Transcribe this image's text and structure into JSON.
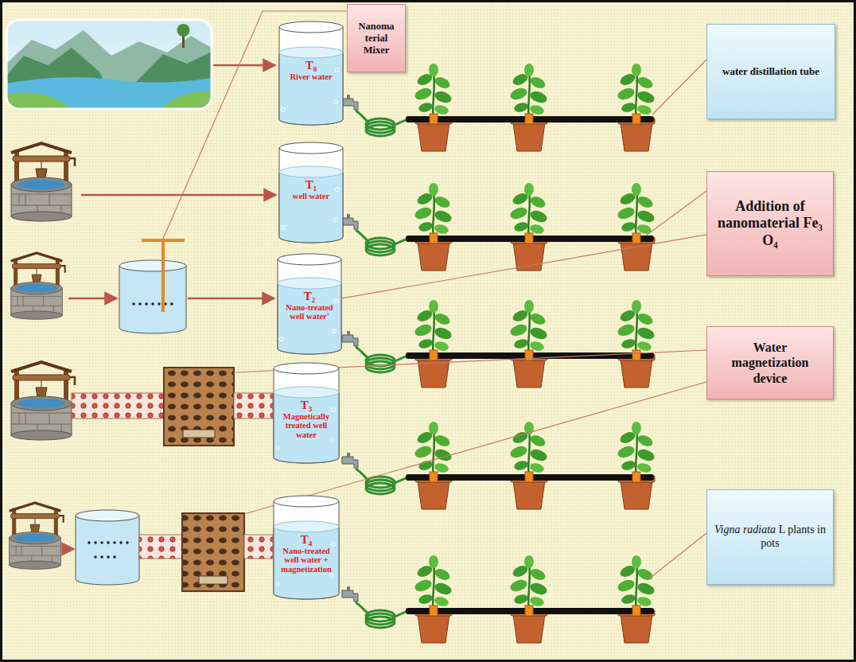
{
  "diagram": {
    "nodes": [
      {
        "text": [
          "Nanoma terial Mixer"
        ]
      },
      {
        "text": [
          "T₀",
          "River water"
        ]
      },
      {
        "text": [
          "water distillation tube"
        ]
      },
      {
        "text": [
          "T₁",
          "well water"
        ]
      },
      {
        "text": [
          "Addition of nanomaterial Fe₃ O₄"
        ]
      },
      {
        "text": [
          "T₂",
          "Nano-treated well water'"
        ]
      },
      {
        "text": [
          "Water magnetization device"
        ]
      },
      {
        "text": [
          "T₃",
          "Magnetically treated well water"
        ]
      },
      {
        "text": [
          "Vigna radiata L plants in pots"
        ]
      },
      {
        "text": [
          "T₄",
          "Nano-treated well water + magnetization"
        ]
      }
    ],
    "edges": [
      {
        "from": 4,
        "to": 5,
        "arrow": "none"
      }
    ]
  }
}
